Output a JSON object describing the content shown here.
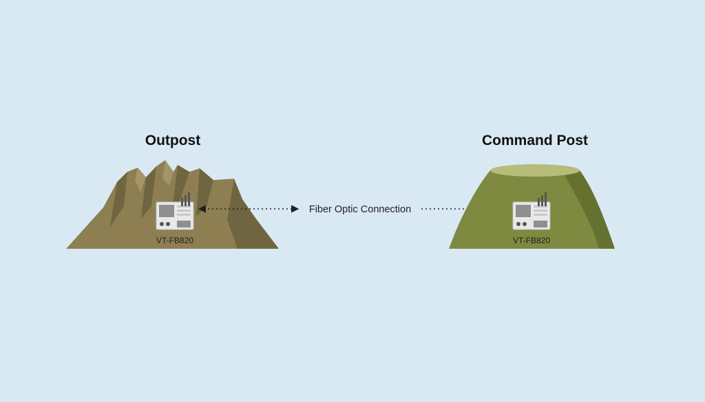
{
  "sites": {
    "left": {
      "title": "Outpost",
      "device_label": "VT-FB820",
      "terrain": "rugged-mountain"
    },
    "right": {
      "title": "Command Post",
      "device_label": "VT-FB820",
      "terrain": "flat-top-hill"
    }
  },
  "connection": {
    "label": "Fiber Optic Connection",
    "style": "dotted-double-arrow"
  },
  "icons": {
    "device": "radio-transceiver-icon",
    "antenna": "antenna-icon"
  },
  "colors": {
    "background": "#d9e9f4",
    "mountain": "#8d7f52",
    "mountain_shadow": "#6f6540",
    "hill": "#7d8a40",
    "hill_top": "#b6bc7a",
    "hill_shadow": "#65722f",
    "device_body": "#e9e9e9",
    "device_screen": "#8f8f8f",
    "device_dark": "#555555",
    "line": "#1f1f1f"
  }
}
